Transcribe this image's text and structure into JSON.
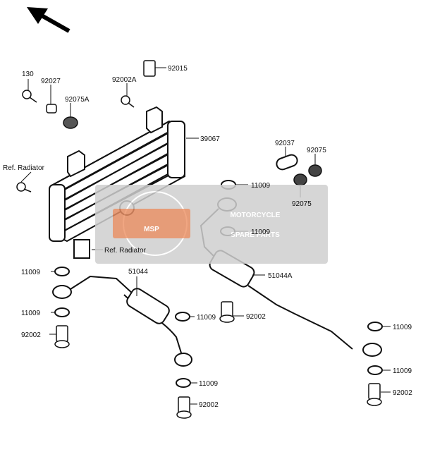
{
  "diagram": {
    "labels": {
      "p130": "130",
      "p92027": "92027",
      "p92075a": "92075A",
      "p92002a": "92002A",
      "p92015": "92015",
      "p39067": "39067",
      "ref_radiator_top": "Ref. Radiator",
      "p92037": "92037",
      "p92075_top": "92075",
      "p92075_bottom": "92075",
      "p11009_a": "11009",
      "p11009_b": "11009",
      "p11009_c": "11009",
      "p11009_d": "11009",
      "p11009_e": "11009",
      "p11009_f": "11009",
      "p11009_g": "11009",
      "p11009_h": "11009",
      "ref_radiator_bottom": "Ref. Radiator",
      "p51044": "51044",
      "p51044a": "51044A",
      "p92002_left": "92002",
      "p92002_mid": "92002",
      "p92002_bottom": "92002",
      "p92002_right": "92002"
    },
    "watermark": {
      "logo_text": "MSP",
      "brand_line1": "MOTORCYCLE",
      "brand_line2": "SPARE PARTS",
      "color": "#c8c8c8",
      "accent": "#e8743c"
    },
    "line_color": "#111111"
  }
}
